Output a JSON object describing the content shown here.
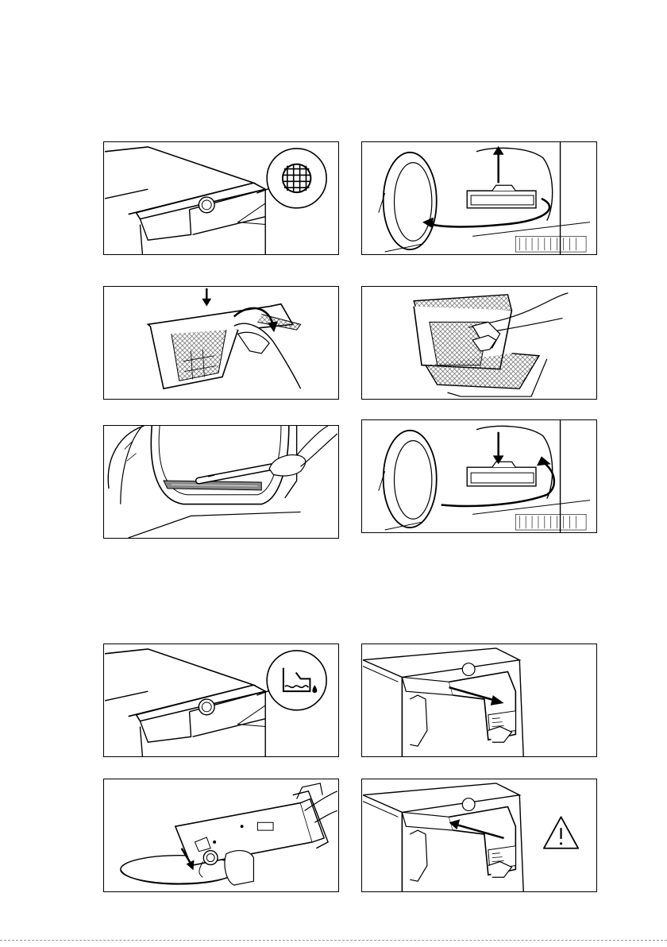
{
  "page": {
    "section1": {
      "panels": [
        {
          "id": "filter-symbol",
          "icon": "filter-grid-icon"
        },
        {
          "id": "remove-filter",
          "icon": "arrow-up-icon"
        },
        {
          "id": "open-filter",
          "icon": "arrow-down-icon"
        },
        {
          "id": "clean-filter",
          "icon": "hand-icon"
        },
        {
          "id": "clean-seal",
          "icon": "vacuum-nozzle-icon"
        },
        {
          "id": "insert-filter",
          "icon": "arrow-down-icon"
        }
      ]
    },
    "section2": {
      "panels": [
        {
          "id": "water-container-symbol",
          "icon": "water-container-icon"
        },
        {
          "id": "pull-out-container",
          "icon": "arrow-right-icon"
        },
        {
          "id": "empty-container",
          "icon": "arrow-down-icon"
        },
        {
          "id": "push-in-container",
          "icon": "warning-icon"
        }
      ]
    }
  }
}
